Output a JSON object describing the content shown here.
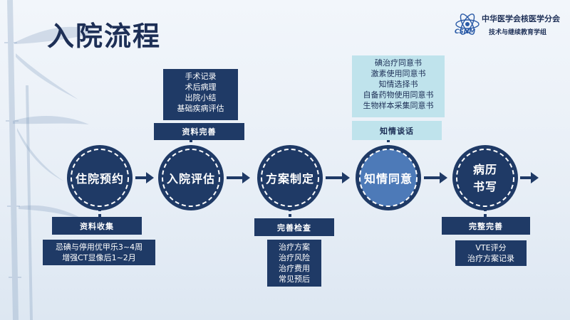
{
  "title": "入院流程",
  "logo": {
    "org": "中华医学会核医学分会",
    "group": "技术与继续教育学组",
    "abbr": "CSNM"
  },
  "stages": [
    {
      "label": "住院预约"
    },
    {
      "label": "入院评估"
    },
    {
      "label": "方案制定"
    },
    {
      "label": "知情同意"
    },
    {
      "label_line1": "病历",
      "label_line2": "书写"
    }
  ],
  "top_boxes": {
    "assessment": {
      "lines": [
        "手术记录",
        "术后病理",
        "出院小结",
        "基础疾病评估"
      ],
      "label": "资料完善"
    },
    "consent": {
      "lines": [
        "碘治疗同意书",
        "激素使用同意书",
        "知情选择书",
        "自备药物使用同意书",
        "生物样本采集同意书"
      ],
      "label": "知情谈话"
    }
  },
  "bottom_boxes": {
    "reservation": {
      "label": "资料收集",
      "lines": [
        "忌碘与停用优甲乐3~4周",
        "增强CT显像后1~2月"
      ]
    },
    "plan": {
      "label": "完善检查",
      "lines": [
        "治疗方案",
        "治疗风险",
        "治疗费用",
        "常见预后"
      ]
    },
    "record": {
      "label": "完整完善",
      "lines": [
        "VTE评分",
        "治疗方案记录"
      ]
    }
  },
  "colors": {
    "dark": "#1f3a66",
    "light_box": "#bfe3ec",
    "highlight": "#4d7ab8",
    "background": "#eef3f9"
  }
}
